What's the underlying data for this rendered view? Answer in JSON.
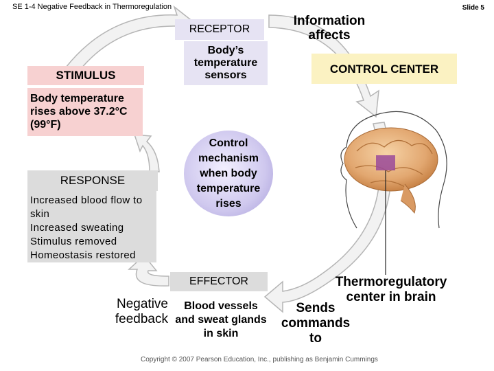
{
  "header": {
    "title": "SE 1-4 Negative Feedback in Thermoregulation",
    "slide": "Slide 5"
  },
  "receptor": {
    "title": "RECEPTOR",
    "body": "Body’s temperature sensors"
  },
  "information": "Information affects",
  "stimulus": {
    "title": "STIMULUS",
    "body": "Body temperature rises above 37.2°C (99°F)"
  },
  "control_center": "CONTROL CENTER",
  "mechanism": "Control mechanism when body temperature rises",
  "response": {
    "title": "RESPONSE",
    "lines": [
      "Increased blood flow to skin",
      "Increased sweating",
      "Stimulus removed",
      "Homeostasis restored"
    ]
  },
  "effector": {
    "title": "EFFECTOR",
    "body": "Blood vessels and sweat glands in skin"
  },
  "negative_feedback": "Negative feedback",
  "thermoregulatory": "Thermoregulatory center in brain",
  "sends": "Sends commands to",
  "copyright": "Copyright © 2007 Pearson Education, Inc., publishing as Benjamin Cummings",
  "colors": {
    "arrow_fill": "#f2f2f2",
    "arrow_stroke": "#b5b5b5",
    "stimulus_box": "#f7d1d1",
    "receptor_box": "#e6e3f3",
    "control_box": "#fbf2c2",
    "effector_box": "#dcdcdc",
    "mechanism_circle": "#cfc8ee"
  }
}
